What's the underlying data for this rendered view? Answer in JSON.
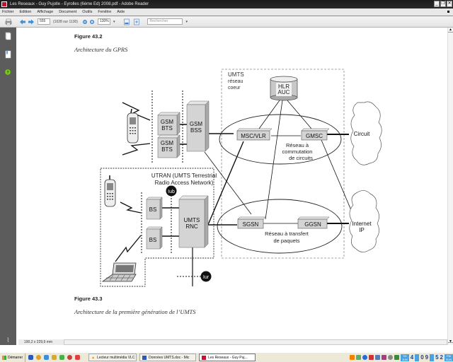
{
  "window": {
    "title": "Les Reseaux - Guy Pujolle - Eyrolles (6ème Ed) 2008.pdf - Adobe Reader",
    "buttons": [
      "minimize",
      "restore",
      "close"
    ]
  },
  "menu": {
    "items": [
      "Fichier",
      "Edition",
      "Affichage",
      "Document",
      "Outils",
      "Fenêtre",
      "Aide"
    ]
  },
  "toolbar": {
    "page_number": "555",
    "page_count": "(1028 sur 1130)",
    "zoom_value": "130%",
    "search_placeholder": "Rechercher"
  },
  "sidebar": {
    "icons": [
      "pages-icon",
      "bookmarks-icon",
      "help-icon"
    ]
  },
  "document": {
    "figure1_label": "Figure 43.2",
    "figure1_title": "Architecture du GPRS",
    "figure2_label": "Figure 43.3",
    "figure2_title": "Architecture de la première génération de l’UMTS",
    "diagram": {
      "core_label_1": "UMTS",
      "core_label_2": "réseau",
      "core_label_3": "coeur",
      "hlr_1": "HLR",
      "hlr_2": "AUC",
      "msc": "MSC/VLR",
      "gmsc": "GMSC",
      "circuit_net_1": "Réseau à",
      "circuit_net_2": "commutation",
      "circuit_net_3": "de circuits",
      "circuit_cloud": "Circuit",
      "sgsn": "SGSN",
      "ggsn": "GGSN",
      "packet_net_1": "Réseau à transfert",
      "packet_net_2": "de paquets",
      "internet_1": "Internet",
      "internet_2": "IP",
      "gsm_bts_1a": "GSM",
      "gsm_bts_1b": "BTS",
      "gsm_bts_2a": "GSM",
      "gsm_bts_2b": "BTS",
      "gsm_bss_1": "GSM",
      "gsm_bss_2": "BSS",
      "utran_1": "UTRAN (UMTS Terrestrial",
      "utran_2": "Radio Access Network)",
      "iub": "Iub",
      "iur": "Iur",
      "bs1": "BS",
      "bs2": "BS",
      "rnc_1": "UMTS",
      "rnc_2": "RNC"
    }
  },
  "status": {
    "page_dims": "190,2 x 229,9 mm"
  },
  "taskbar": {
    "start_label": "Démarrer",
    "tasks": [
      {
        "label": "Lecteur multimédia VLC",
        "active": false
      },
      {
        "label": "Données UMTS.doc - Mic",
        "active": false
      },
      {
        "label": "Les Reseaux - Guy Puj...",
        "active": true
      }
    ],
    "clock_top": "TH",
    "clock_bottom": "JUN",
    "clock_digits": [
      "4",
      "0",
      "9",
      "5",
      "2"
    ],
    "clock_end_top": "PM",
    "clock_end_bottom": "SUN"
  },
  "colors": {
    "titlebar": "#222222",
    "sidebar": "#5c5c5c",
    "box_fill": "#d4d4d4",
    "taskbar": "#ece9d8"
  }
}
